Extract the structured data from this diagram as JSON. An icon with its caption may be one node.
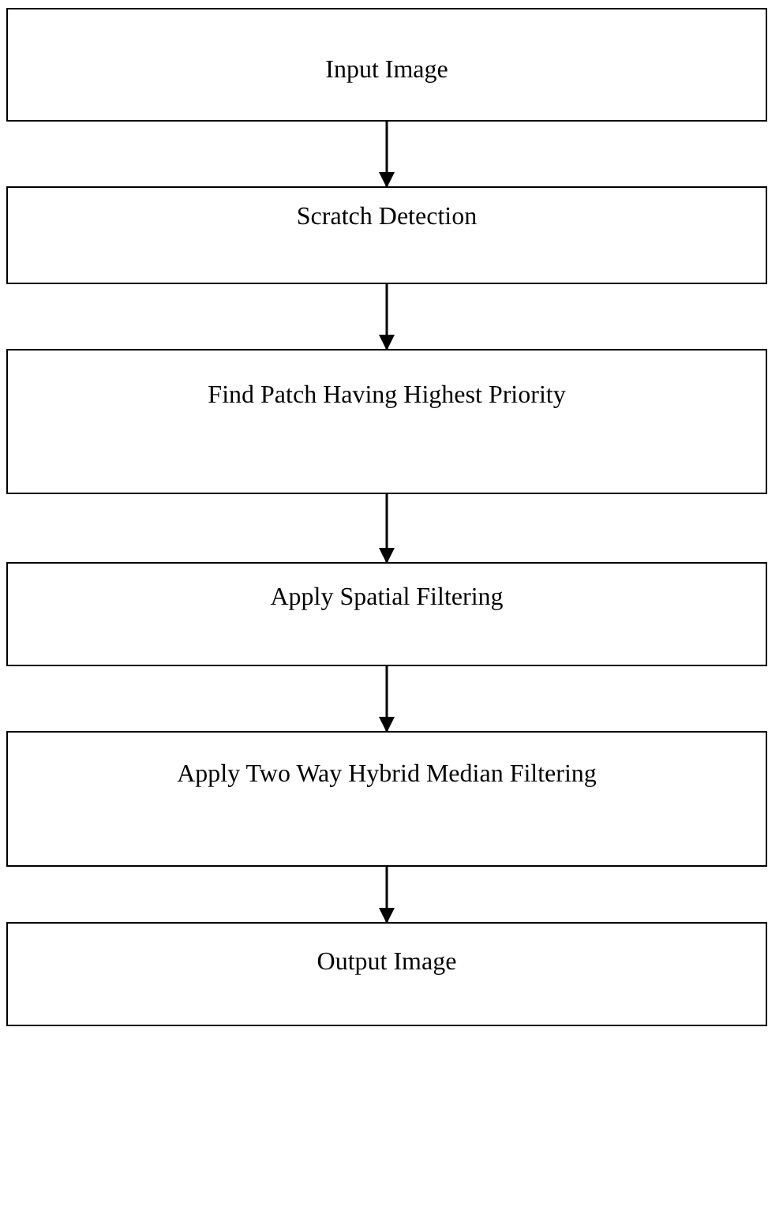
{
  "diagram": {
    "nodes": [
      {
        "text": [
          "Input Image"
        ]
      },
      {
        "text": [
          "Scratch Detection"
        ]
      },
      {
        "text": [
          "Find Patch Having Highest Priority"
        ]
      },
      {
        "text": [
          "Apply Spatial Filtering"
        ]
      },
      {
        "text": [
          "Apply Two Way Hybrid Median Filtering"
        ]
      },
      {
        "text": [
          "Output Image"
        ]
      }
    ],
    "edges": [
      {
        "from": 0,
        "to": 1,
        "arrow": "to"
      },
      {
        "from": 1,
        "to": 2,
        "arrow": "to"
      },
      {
        "from": 2,
        "to": 3,
        "arrow": "to"
      },
      {
        "from": 3,
        "to": 4,
        "arrow": "to"
      },
      {
        "from": 4,
        "to": 5,
        "arrow": "to"
      }
    ]
  }
}
